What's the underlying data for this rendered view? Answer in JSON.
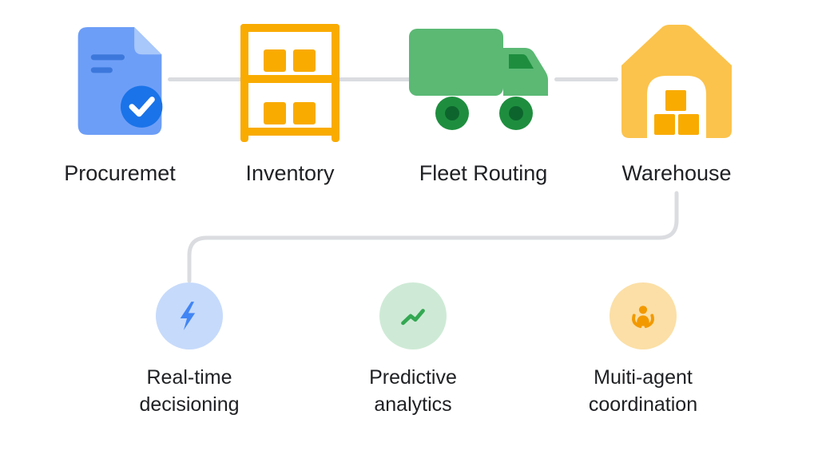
{
  "diagram": {
    "top": {
      "items": [
        {
          "id": "procurement",
          "label": "Procuremet",
          "icon": "document-check-icon",
          "accent": "#669DF6"
        },
        {
          "id": "inventory",
          "label": "Inventory",
          "icon": "shelf-boxes-icon",
          "accent": "#F9AB00"
        },
        {
          "id": "fleet-routing",
          "label": "Fleet Routing",
          "icon": "delivery-truck-icon",
          "accent": "#5BB974"
        },
        {
          "id": "warehouse",
          "label": "Warehouse",
          "icon": "warehouse-icon",
          "accent": "#FBC34C"
        }
      ]
    },
    "bottom": {
      "items": [
        {
          "id": "real-time-decisioning",
          "lines": [
            "Real-time",
            "decisioning"
          ],
          "icon": "lightning-bolt-icon",
          "circle_color": "#C6DAFB",
          "icon_color": "#4285F4"
        },
        {
          "id": "predictive-analytics",
          "lines": [
            "Predictive",
            "analytics"
          ],
          "icon": "trend-line-icon",
          "circle_color": "#CEEAD6",
          "icon_color": "#34A853"
        },
        {
          "id": "multi-agent-coordination",
          "lines": [
            "Muiti-agent",
            "coordination"
          ],
          "icon": "person-hug-icon",
          "circle_color": "#FBDFA6",
          "icon_color": "#F29900"
        }
      ]
    },
    "connectors": {
      "color": "#DADCE0",
      "style": "rounded-elbow"
    }
  }
}
